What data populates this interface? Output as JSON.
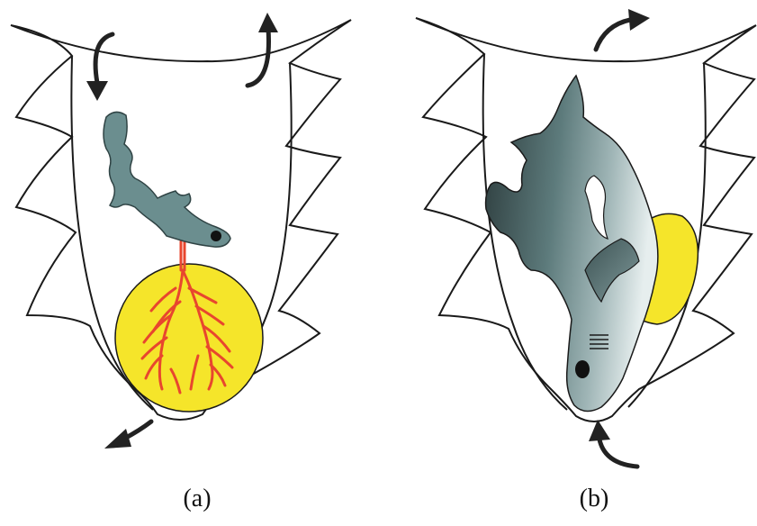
{
  "panels": [
    {
      "id": "a",
      "label": "(a)"
    },
    {
      "id": "b",
      "label": "(b)"
    }
  ],
  "colors": {
    "outline": "#1a1a1a",
    "embryo": "#6b8e8f",
    "embryo_dark": "#2f4344",
    "yolk": "#f5e52a",
    "vessels": "#e8462e",
    "arrow": "#222222"
  },
  "icons": [
    "flow-arrow-icon"
  ]
}
